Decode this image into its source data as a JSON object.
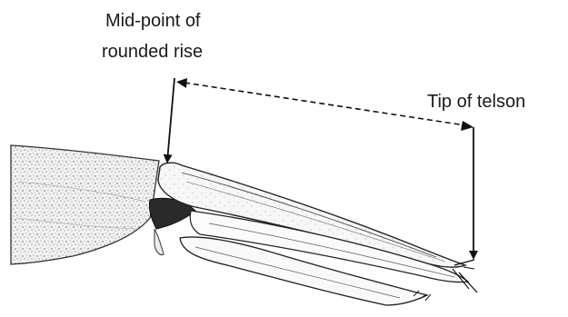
{
  "labels": {
    "midpoint_line1": "Mid-point of",
    "midpoint_line2": "rounded rise",
    "tip": "Tip of telson"
  }
}
